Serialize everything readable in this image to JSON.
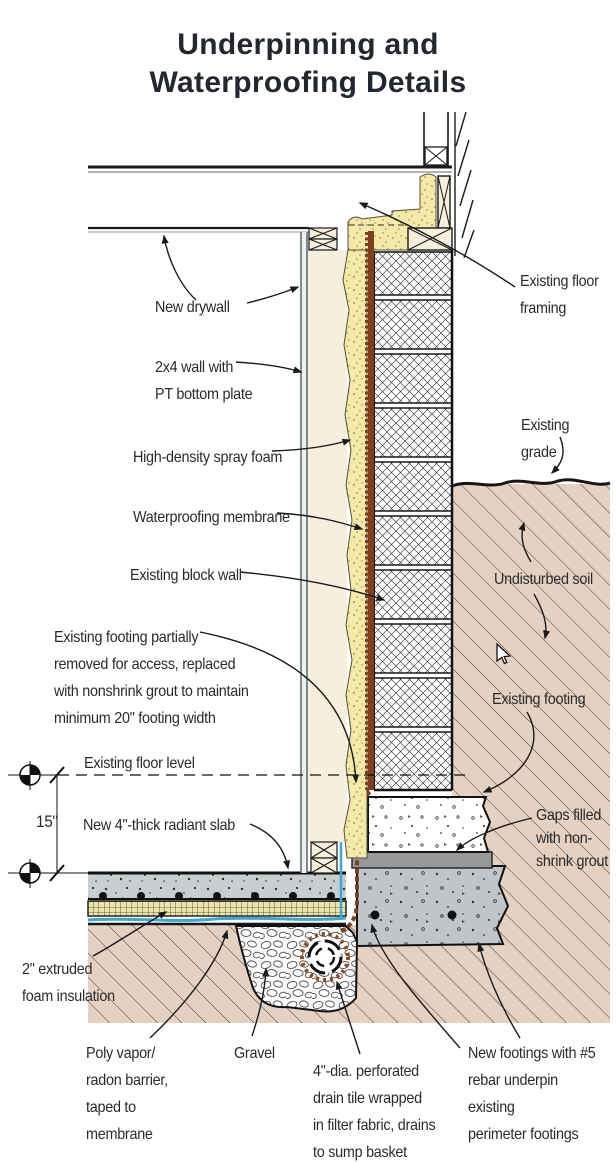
{
  "title": {
    "text": "Underpinning and\nWaterproofing Details"
  },
  "labels": {
    "new_drywall": "New drywall",
    "wall_2x4": "2x4 wall with\nPT bottom plate",
    "spray_foam": "High-density spray foam",
    "waterproofing_membrane": "Waterproofing membrane",
    "existing_block_wall": "Existing block wall",
    "footing_partial": "Existing footing partially\nremoved for access, replaced\nwith nonshrink grout to maintain\nminimum 20\" footing width",
    "existing_floor_level": "Existing floor level",
    "dim_15": "15\"",
    "radiant_slab": "New 4\"-thick radiant slab",
    "extruded_foam": "2\" extruded\nfoam insulation",
    "poly_vapor": "Poly vapor/\nradon barrier,\ntaped to\nmembrane",
    "gravel": "Gravel",
    "drain_tile": "4\"-dia. perforated\ndrain tile wrapped\nin filter fabric, drains\nto sump basket",
    "new_footings": "New footings with #5\nrebar underpin existing\nperimeter footings",
    "floor_framing": "Existing floor\nframing",
    "existing_grade": "Existing grade",
    "undisturbed_soil": "Undisturbed soil",
    "existing_footing": "Existing footing",
    "gaps_filled": "Gaps filled\nwith non-\nshrink grout"
  },
  "colors": {
    "title_text": "#23272e",
    "label_text": "#2b2b2b",
    "spray_foam": "#f3e9a8",
    "membrane_brown": "#7d3f1d",
    "poly_blue": "#3aa7d6",
    "soil_tan": "#e4d1c2",
    "slab_gray": "#c8cdd0",
    "new_footing_gray": "#bfc5c8",
    "grout_gray": "#97989a",
    "wall_cavity_cream": "#f5efdc"
  }
}
